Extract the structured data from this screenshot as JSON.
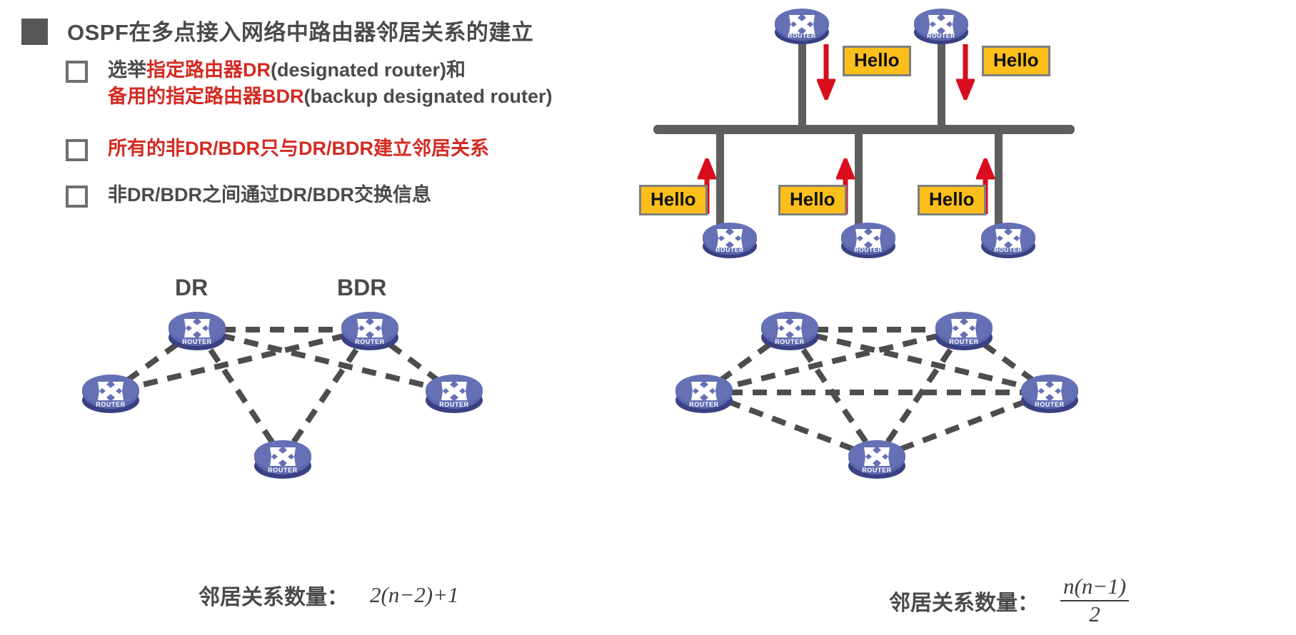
{
  "heading": {
    "text": "OSPF在多点接入网络中路由器邻居关系的建立",
    "bullet_icon": "filled-square-icon",
    "color": "#4a4a4a"
  },
  "bullets": [
    {
      "id": "b1",
      "icon": "empty-checkbox-icon",
      "line1": [
        {
          "t": "选举",
          "c": "gray"
        },
        {
          "t": "指定路由器DR",
          "c": "red"
        },
        {
          "t": "(designated router)和",
          "c": "gray"
        }
      ],
      "line2": [
        {
          "t": "备用的指定路由器BDR",
          "c": "red"
        },
        {
          "t": "(backup designated router)",
          "c": "gray"
        }
      ]
    },
    {
      "id": "b2",
      "icon": "empty-checkbox-icon",
      "line1": [
        {
          "t": "所有的非DR/BDR只与DR/BDR建立邻居关系",
          "c": "red"
        }
      ]
    },
    {
      "id": "b3",
      "icon": "empty-checkbox-icon",
      "line1": [
        {
          "t": "非DR/BDR之间通过DR/BDR交换信息",
          "c": "gray"
        }
      ]
    }
  ],
  "bus_diagram": {
    "name": "multi-access-hello-diagram",
    "router_label": "ROUTER",
    "hello_label": "Hello",
    "top_routers": 2,
    "bottom_routers": 3,
    "hello_boxes": 5,
    "arrow_color": "#d90d1e",
    "bus_color": "#5e5e5e",
    "hello_fill": "#fcbe1b",
    "hello_border": "#7f7f7f"
  },
  "topology_left": {
    "name": "dr-bdr-star-topology",
    "labels": {
      "dr": "DR",
      "bdr": "BDR"
    },
    "router_label": "ROUTER",
    "caption_label": "邻居关系数量：",
    "formula": "2(n−2)+1",
    "node_count": 5,
    "adjacency_count_expression": "2(n-2)+1",
    "edges": [
      [
        "dr",
        "bdr"
      ],
      [
        "dr",
        "r1"
      ],
      [
        "dr",
        "r2"
      ],
      [
        "dr",
        "r3"
      ],
      [
        "bdr",
        "r1"
      ],
      [
        "bdr",
        "r2"
      ],
      [
        "bdr",
        "r3"
      ]
    ]
  },
  "topology_right": {
    "name": "full-mesh-topology",
    "router_label": "ROUTER",
    "caption_label": "邻居关系数量：",
    "formula_numerator": "n(n−1)",
    "formula_denominator": "2",
    "node_count": 5,
    "adjacency_count_expression": "n(n-1)/2",
    "edges": [
      [
        "a",
        "b"
      ],
      [
        "a",
        "c"
      ],
      [
        "a",
        "d"
      ],
      [
        "a",
        "e"
      ],
      [
        "b",
        "c"
      ],
      [
        "b",
        "d"
      ],
      [
        "b",
        "e"
      ],
      [
        "c",
        "d"
      ],
      [
        "c",
        "e"
      ],
      [
        "d",
        "e"
      ]
    ]
  },
  "colors": {
    "accent_red": "#d42a22",
    "text_gray": "#4a4a4a",
    "router_blue": "#4f5ba6",
    "dash_gray": "#4d4d4d"
  }
}
